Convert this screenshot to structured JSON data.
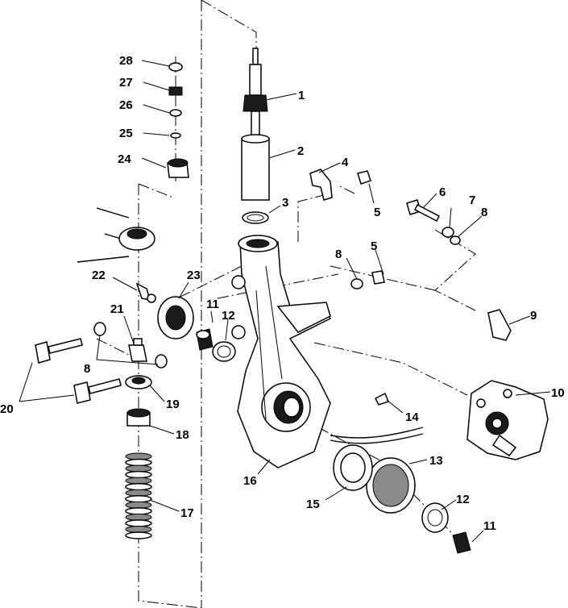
{
  "callouts": {
    "c1": "1",
    "c2": "2",
    "c3": "3",
    "c4": "4",
    "c5a": "5",
    "c5b": "5",
    "c6": "6",
    "c7": "7",
    "c8a": "8",
    "c8b": "8",
    "c8c": "8",
    "c9": "9",
    "c10": "10",
    "c11a": "11",
    "c11b": "11",
    "c12a": "12",
    "c12b": "12",
    "c13": "13",
    "c14": "14",
    "c15": "15",
    "c16": "16",
    "c17": "17",
    "c18": "18",
    "c19": "19",
    "c20": "20",
    "c21": "21",
    "c22": "22",
    "c23": "23",
    "c24": "24",
    "c25": "25",
    "c26": "26",
    "c27": "27",
    "c28": "28"
  }
}
